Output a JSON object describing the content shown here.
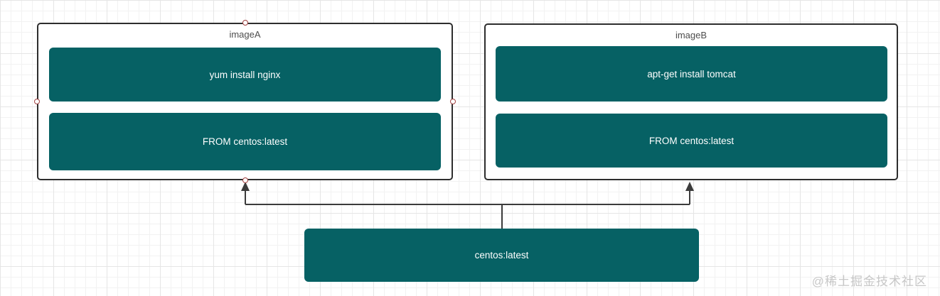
{
  "diagram": {
    "watermark": "@稀土掘金技术社区",
    "colors": {
      "layer_fill": "#066164",
      "layer_text": "#ffffff",
      "container_border": "#2d2d2d",
      "container_label_text": "#4d4d4d",
      "connector_line": "#3b3b3b",
      "selection_handle_border": "#a0403f",
      "grid_minor": "#f2f2f2",
      "grid_major": "#e5e5e5",
      "watermark_text": "#c7c7c7"
    },
    "containers": [
      {
        "label": "imageA",
        "nodes": [
          {
            "label": "yum install nginx"
          },
          {
            "label": "FROM centos:latest"
          }
        ]
      },
      {
        "label": "imageB",
        "nodes": [
          {
            "label": "apt-get install tomcat"
          },
          {
            "label": "FROM centos:latest"
          }
        ]
      }
    ],
    "base_node": {
      "label": "centos:latest"
    }
  }
}
